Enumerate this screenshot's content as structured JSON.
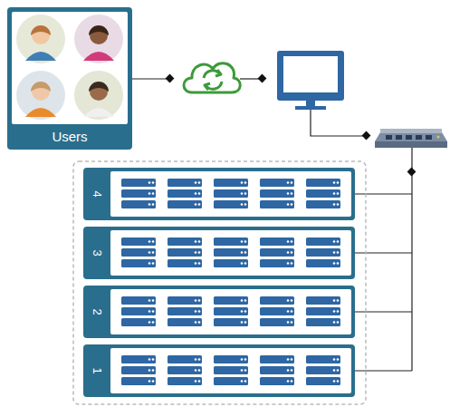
{
  "diagram": {
    "nodes": [
      {
        "text": [
          "Users"
        ]
      },
      {
        "text": [
          "4"
        ]
      },
      {
        "text": [
          "3"
        ]
      },
      {
        "text": [
          "2"
        ]
      },
      {
        "text": [
          "1"
        ]
      }
    ]
  }
}
